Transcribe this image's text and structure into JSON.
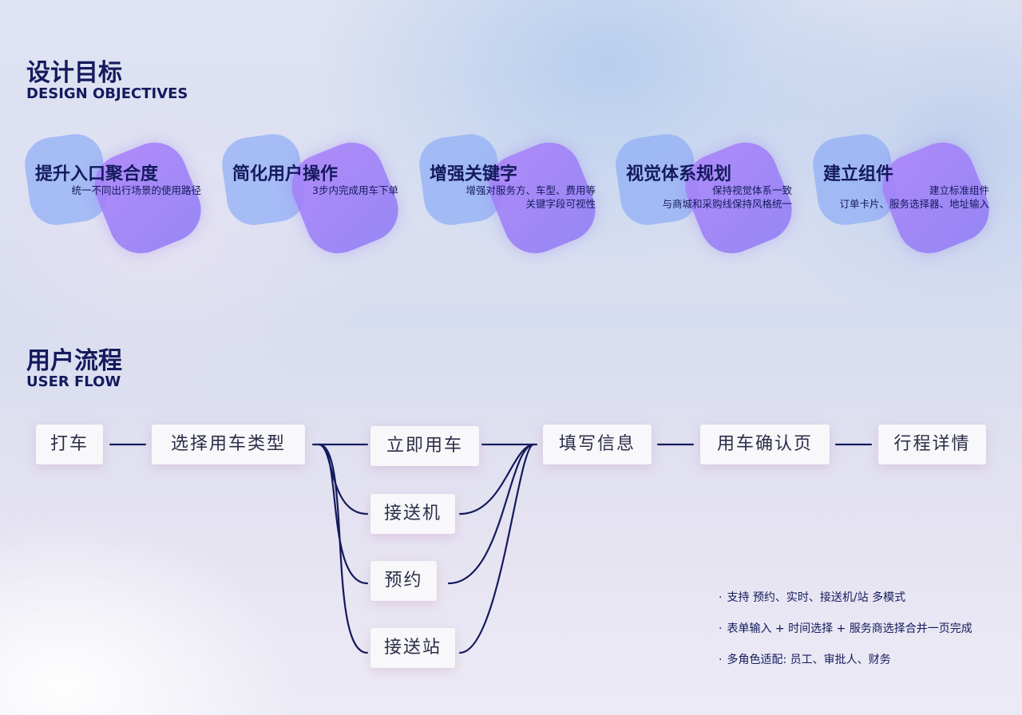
{
  "objectives": {
    "title": "设计目标",
    "subtitle": "DESIGN OBJECTIVES",
    "items": [
      {
        "title": "提升入口聚合度",
        "desc": [
          "统一不同出行场景的使用路径"
        ]
      },
      {
        "title": "简化用户操作",
        "desc": [
          "3步内完成用车下单"
        ]
      },
      {
        "title": "增强关键字",
        "desc": [
          "增强对服务方、车型、费用等",
          "关键字段可视性"
        ]
      },
      {
        "title": "视觉体系规划",
        "desc": [
          "保持视觉体系一致",
          "与商城和采购线保持风格统一"
        ]
      },
      {
        "title": "建立组件",
        "desc": [
          "建立标准组件",
          "订单卡片、服务选择器、地址输入"
        ]
      }
    ]
  },
  "flow": {
    "title": "用户流程",
    "subtitle": "USER FLOW",
    "nodes": {
      "start": "打车",
      "select_type": "选择用车类型",
      "instant": "立即用车",
      "airport": "接送机",
      "reserve": "预约",
      "station": "接送站",
      "fill_info": "填写信息",
      "confirm": "用车确认页",
      "detail": "行程详情"
    },
    "line_color": "#141a5c"
  },
  "notes": [
    "支持 预约、实时、接送机/站 多模式",
    "表单输入 + 时间选择 + 服务商选择合并一页完成",
    "多角色适配: 员工、审批人、财务"
  ]
}
